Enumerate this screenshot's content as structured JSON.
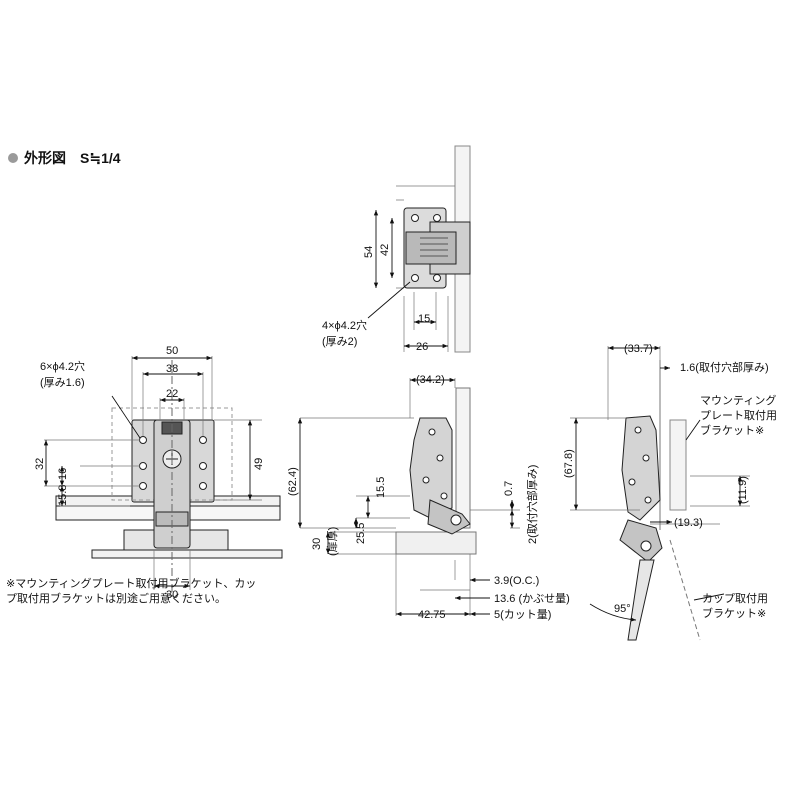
{
  "heading": {
    "title": "外形図",
    "scale": "S≒1/4"
  },
  "front_view": {
    "holes": "6×ϕ4.2穴",
    "thickness": "(厚み1.6)",
    "dims": [
      "50",
      "38",
      "22",
      "32",
      "16",
      "15.8",
      "49",
      "30"
    ]
  },
  "top_view": {
    "dims": [
      "54",
      "42",
      "15",
      "26"
    ],
    "holes": "4×ϕ4.2穴",
    "thickness": "(厚み2)"
  },
  "side_view_closed": {
    "dims": [
      "(34.2)",
      "(62.4)",
      "15.5",
      "25.5",
      "0.7",
      "2(取付穴部厚み)",
      "30",
      "(扉厚)",
      "3.9(O.C.)",
      "13.6 (かぶせ量)",
      "42.75",
      "5(カット量)"
    ]
  },
  "side_view_open": {
    "dims": [
      "(33.7)",
      "1.6(取付穴部厚み)",
      "(67.8)",
      "(11.9)",
      "(19.3)",
      "95°"
    ],
    "mounting_bracket": [
      "マウンティング",
      "プレート取付用",
      "ブラケット※"
    ],
    "cup_bracket": [
      "カップ取付用",
      "ブラケット※"
    ]
  },
  "notes": [
    "※マウンティングプレート取付用ブラケット、カッ",
    "プ取付用ブラケットは別途ご用意ください。"
  ]
}
